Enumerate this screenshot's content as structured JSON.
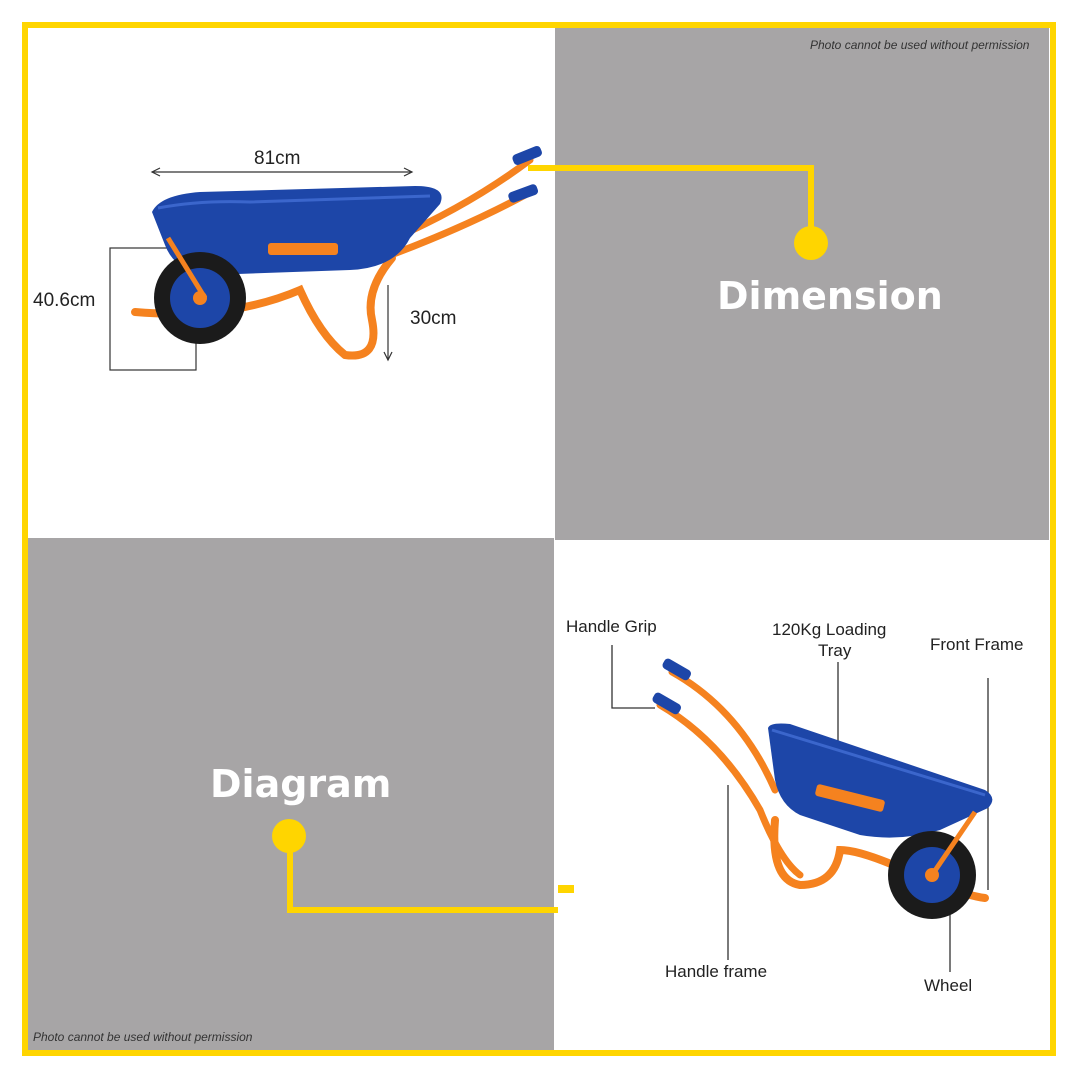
{
  "watermark_top": "Photo cannot be used without permission",
  "watermark_bottom": "Photo cannot be used without permission",
  "sections": {
    "dimension_title": "Dimension",
    "diagram_title": "Diagram"
  },
  "dimensions": {
    "length": "81cm",
    "height": "40.6cm",
    "depth": "30cm"
  },
  "parts": {
    "handle_grip": "Handle Grip",
    "tray_line1": "120Kg Loading",
    "tray_line2": "Tray",
    "front_frame": "Front Frame",
    "handle_frame": "Handle frame",
    "wheel": "Wheel"
  },
  "colors": {
    "accent_yellow": "#ffd500",
    "panel_grey": "#a7a5a6",
    "tray_blue": "#1d46a8",
    "frame_orange": "#f5821f"
  }
}
